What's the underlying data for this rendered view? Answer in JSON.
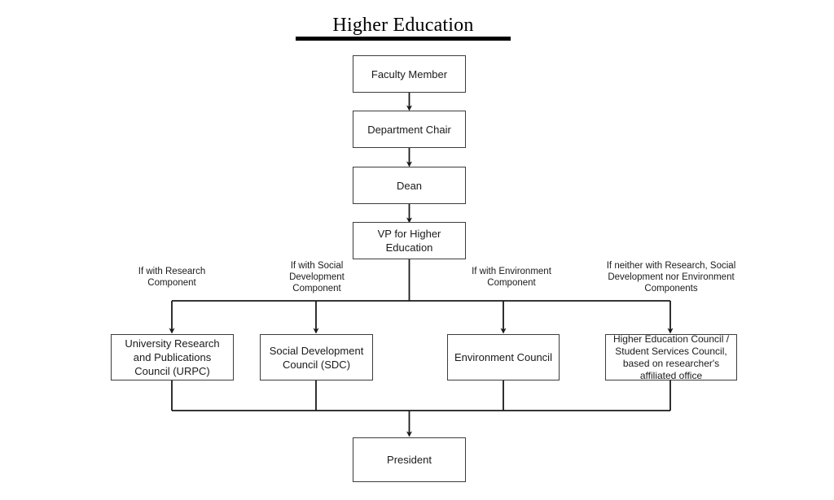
{
  "diagram": {
    "title": "Higher Education",
    "type": "flowchart",
    "background_color": "#ffffff",
    "node_border_color": "#3c3c3c",
    "connector_color": "#1a1a1a",
    "nodes": [
      {
        "id": "faculty-member",
        "label": "Faculty Member"
      },
      {
        "id": "department-chair",
        "label": "Department Chair"
      },
      {
        "id": "dean",
        "label": "Dean"
      },
      {
        "id": "vp-higher-education",
        "label": "VP for Higher Education"
      },
      {
        "id": "urpc",
        "label": "University Research and Publications Council (URPC)"
      },
      {
        "id": "sdc",
        "label": "Social Development Council (SDC)"
      },
      {
        "id": "environment-council",
        "label": "Environment Council"
      },
      {
        "id": "hec-ssc",
        "label": "Higher Education Council / Student Services Council, based on researcher's affiliated office"
      },
      {
        "id": "president",
        "label": "President"
      }
    ],
    "edge_labels": [
      {
        "id": "research-component",
        "text": "If with Research Component"
      },
      {
        "id": "social-development-component",
        "text": "If with Social Development Component"
      },
      {
        "id": "environment-component",
        "text": "If with Environment Component"
      },
      {
        "id": "no-component",
        "text": "If neither with Research, Social Development nor Environment Components"
      }
    ]
  }
}
